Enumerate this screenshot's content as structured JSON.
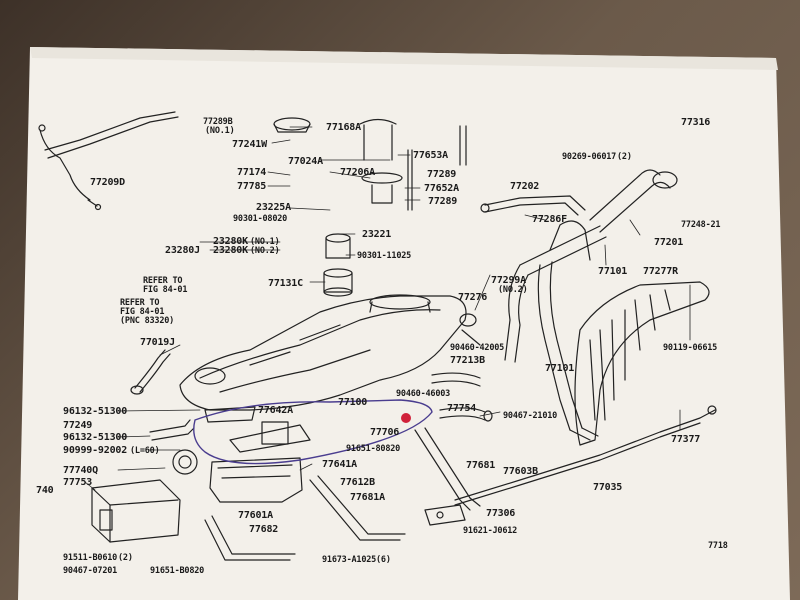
{
  "diagram": {
    "parts": {
      "p77209D": "77209D",
      "p77289B": "77289B",
      "p77289B_note": "(NO.1)",
      "p77168A": "77168A",
      "p77241W": "77241W",
      "p77024A": "77024A",
      "p77653A": "77653A",
      "p77174": "77174",
      "p77206A": "77206A",
      "p77289_a": "77289",
      "p77785": "77785",
      "p77652A": "77652A",
      "p77289_b": "77289",
      "p23225A": "23225A",
      "p90301_08020": "90301-08020",
      "p23221": "23221",
      "p23280J": "23280J",
      "p23280K_1": "23280K",
      "p23280K_1_note": "(NO.1)",
      "p23280K_2": "23280K",
      "p23280K_2_note": "(NO.2)",
      "p90301_11025": "90301-11025",
      "p77131C": "77131C",
      "ref_1": "REFER TO\nFIG 84-01",
      "ref_2": "REFER TO\nFIG 84-01\n(PNC 83320)",
      "p77019J": "77019J",
      "p96132_51300_a": "96132-51300",
      "p77249": "77249",
      "p96132_51300_b": "96132-51300",
      "p90999_92002": "90999-92002",
      "p90999_92002_note": "(L=60)",
      "p77740Q": "77740Q",
      "p740": "740",
      "p77753": "77753",
      "p77642A": "77642A",
      "p77100": "77100",
      "p77706": "77706",
      "p77641A": "77641A",
      "p91651_80820": "91651-80820",
      "p90460_46003": "90460-46003",
      "p77754": "77754",
      "p90467_21010": "90467-21010",
      "p90460_42005": "90460-42005",
      "p77213B": "77213B",
      "p77276": "77276",
      "p77299A": "77299A",
      "p77299A_note": "(NO.2)",
      "p77202": "77202",
      "p77286F": "77286F",
      "p90269_06017": "90269-06017",
      "p90269_06017_note": "(2)",
      "p77316": "77316",
      "p77248_21": "77248-21",
      "p77201": "77201",
      "p77101_a": "77101",
      "p77101_b": "77101",
      "p77277R": "77277R",
      "p90119_06615": "90119-06615",
      "p77377": "77377",
      "p77681": "77681",
      "p77603B": "77603B",
      "p77035": "77035",
      "p77612B": "77612B",
      "p77681A": "77681A",
      "p77306": "77306",
      "p91621_J0612": "91621-J0612",
      "p77601A": "77601A",
      "p77682": "77682",
      "p91511_B0610": "91511-B0610",
      "p91511_B0610_note": "(2)",
      "p90467_07201": "90467-07201",
      "p91651_B0820": "91651-B0820",
      "p91673_A1025": "91673-A1025",
      "p91673_A1025_note": "(6)",
      "p7718": "7718"
    }
  }
}
